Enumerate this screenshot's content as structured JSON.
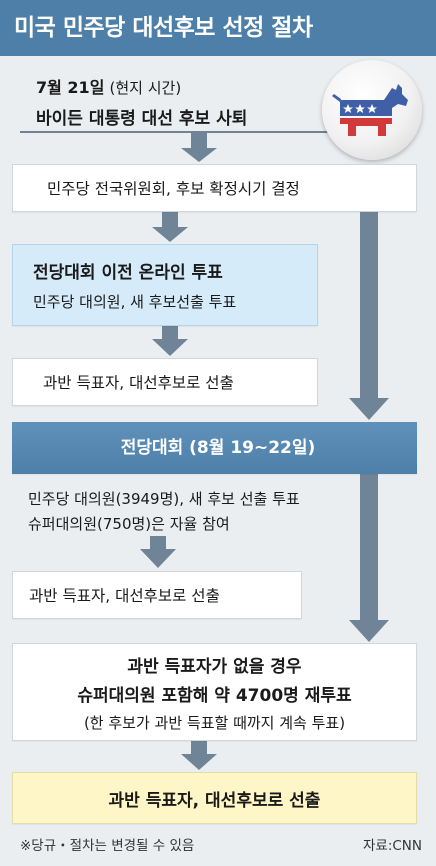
{
  "header": {
    "title": "미국 민주당 대선후보 선정 절차"
  },
  "steps": {
    "s1": {
      "date": "7월 21일",
      "note": "(현지 시간)",
      "text": "바이든 대통령 대선 후보 사퇴"
    },
    "s2": {
      "text": "민주당 전국위원회, 후보 확정시기 결정"
    },
    "s3": {
      "line1": "전당대회 이전 온라인 투표",
      "line2": "민주당 대의원, 새 후보선출 투표"
    },
    "s4": {
      "text": "과반 득표자, 대선후보로 선출"
    },
    "s5": {
      "text": "전당대회 (8월 19~22일)"
    },
    "s6": {
      "line1": "민주당 대의원(3949명), 새 후보 선출 투표",
      "line2": "슈퍼대의원(750명)은 자율 참여"
    },
    "s7": {
      "text": "과반 득표자, 대선후보로 선출"
    },
    "s8": {
      "line1": "과반 득표자가 없을 경우",
      "line2": "슈퍼대의원 포함해 약 4700명 재투표",
      "line3": "(한 후보가 과반 득표할 때까지 계속 투표)"
    },
    "s9": {
      "text": "과반 득표자, 대선후보로 선출"
    }
  },
  "footer": {
    "note": "※당규・절차는 변경될 수 있음",
    "source": "자료:CNN"
  },
  "colors": {
    "header_bg": "#4d7fa8",
    "highlight_blue": "#d5ebfa",
    "highlight_yellow": "#fff6c8",
    "arrow": "#6f8597",
    "donkey_blue": "#3f5fa6",
    "donkey_red": "#d23a3a"
  }
}
